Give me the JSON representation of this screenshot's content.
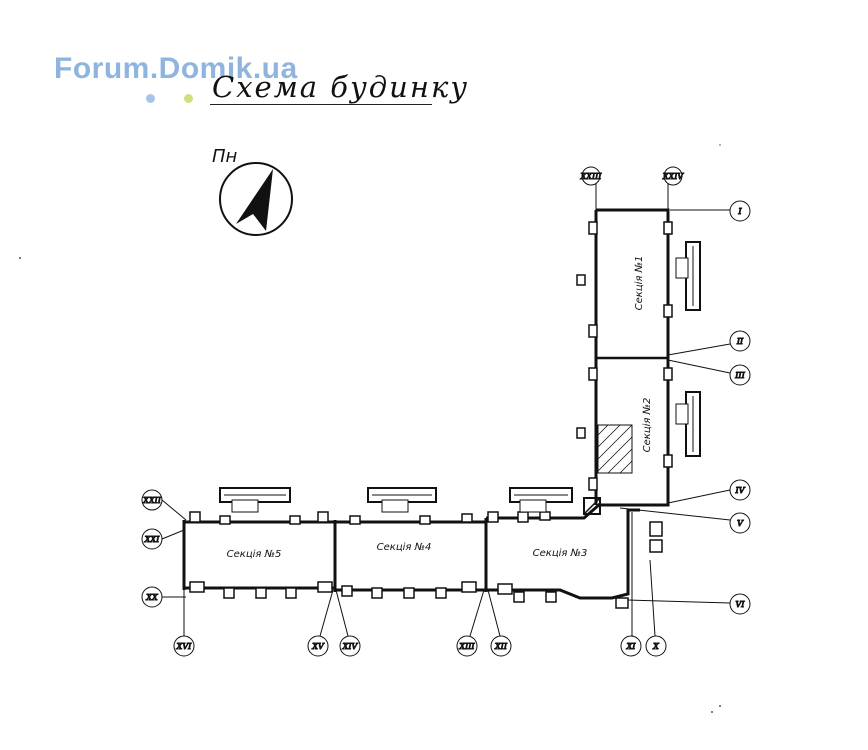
{
  "watermark": {
    "text": "Forum.Domik.ua",
    "dot_colors": [
      "#a9c4e6",
      "#d2dd7e"
    ]
  },
  "title": "Схема будинку",
  "north_label": "Пн",
  "sections": {
    "s1": "Секція №1",
    "s2": "Секція №2",
    "s3": "Секція №3",
    "s4": "Секція №4",
    "s5": "Секція №5"
  },
  "axes": {
    "a1": "I",
    "a2": "II",
    "a3": "III",
    "a4": "IV",
    "a5": "V",
    "a6": "VI",
    "a10": "X",
    "a11": "XI",
    "a12": "XII",
    "a13": "XIII",
    "a14": "XIV",
    "a15": "XV",
    "a16": "XVI",
    "a20": "XX",
    "a21": "XXI",
    "a22": "XXII",
    "a23": "XXIII",
    "a24": "XXIV"
  }
}
